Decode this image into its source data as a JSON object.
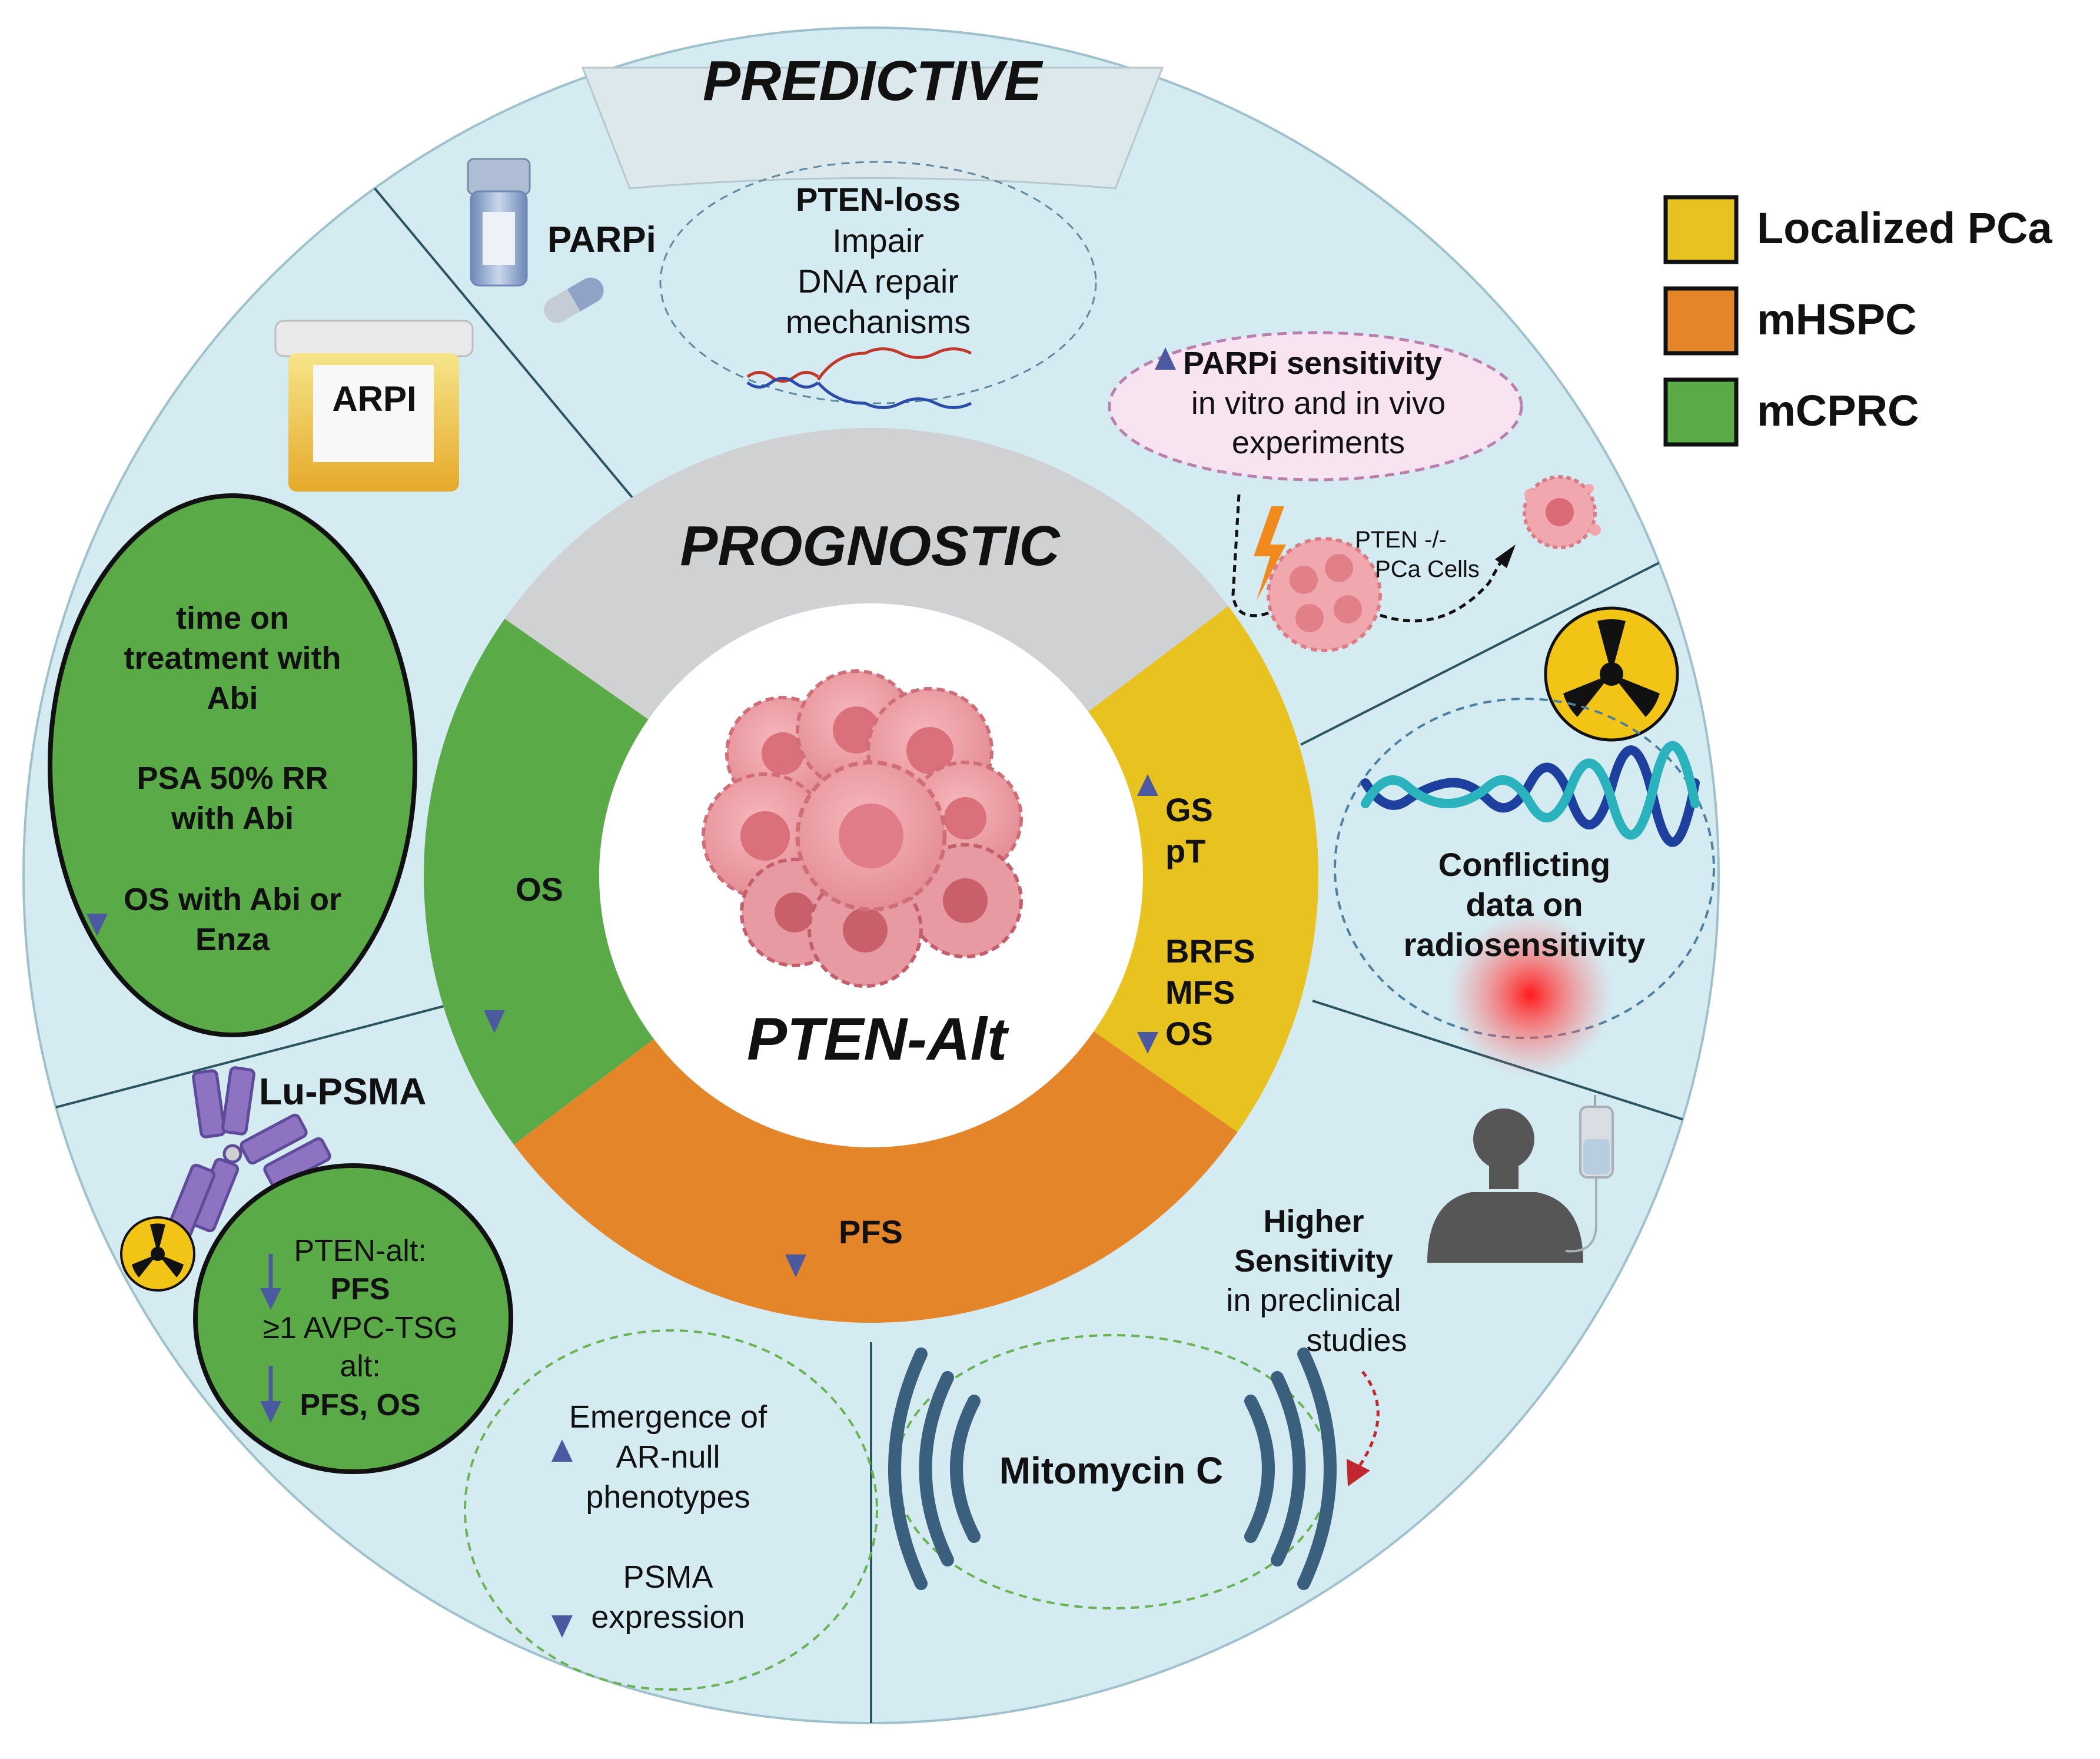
{
  "predictive_title": "PREDICTIVE",
  "prognostic_title": "PROGNOSTIC",
  "center_title": "PTEN-Alt",
  "legend": {
    "items": [
      {
        "label": "Localized PCa",
        "color": "#e8c21e"
      },
      {
        "label": "mHSPC",
        "color": "#e5852a"
      },
      {
        "label": "mCPRC",
        "color": "#5aab47"
      }
    ]
  },
  "colors": {
    "panel": "#d4ebf2",
    "ring_gray": "#cfd1d3",
    "ring_green": "#5aab47",
    "ring_orange": "#e5852a",
    "ring_yellow": "#e8c21e",
    "arrow": "#4b5aa0",
    "divider": "#2a5560"
  },
  "prognostic": {
    "localized": {
      "up_items": [
        "GS",
        "pT"
      ],
      "down_items": [
        "BRFS",
        "MFS",
        "OS"
      ]
    },
    "mhspc": {
      "down_items": [
        "PFS"
      ]
    },
    "mcprc": {
      "down_items": [
        "OS"
      ]
    }
  },
  "parpi": {
    "drug_label": "PARPi",
    "mechanism": {
      "title": "PTEN-loss",
      "lines": [
        "Impair",
        "DNA repair",
        "mechanisms"
      ]
    },
    "sensitivity": {
      "title": "PARPi sensitivity",
      "lines": [
        "in vitro and in vivo",
        "experiments"
      ]
    },
    "cells_label": [
      "PTEN -/-",
      "PCa Cells"
    ]
  },
  "arpi": {
    "drug_label": "ARPI",
    "items": [
      [
        "time on",
        "treatment with",
        "Abi"
      ],
      [
        "PSA 50% RR",
        "with Abi"
      ],
      [
        "OS with Abi or",
        "Enza"
      ]
    ]
  },
  "lu_psma": {
    "drug_label": "Lu-PSMA",
    "lines": [
      {
        "text": "PTEN-alt:",
        "bold": false
      },
      {
        "text": "PFS",
        "bold": true
      },
      {
        "text": "≥1 AVPC-TSG",
        "bold": false
      },
      {
        "text": "alt:",
        "bold": false
      },
      {
        "text": "PFS, OS",
        "bold": true
      }
    ],
    "phenotype": {
      "up_lines": [
        "Emergence of",
        "AR-null",
        "phenotypes"
      ],
      "down_lines": [
        "PSMA",
        "expression"
      ]
    }
  },
  "radiotherapy": {
    "lines": [
      "Conflicting",
      "data on",
      "radiosensitivity"
    ]
  },
  "mitomycin": {
    "drug_label": "Mitomycin C",
    "lines": [
      {
        "text": "Higher",
        "bold": true
      },
      {
        "text": "Sensitivity",
        "bold": true
      },
      {
        "text": "in  preclinical",
        "bold": false
      },
      {
        "text": "studies",
        "bold": false
      }
    ]
  }
}
